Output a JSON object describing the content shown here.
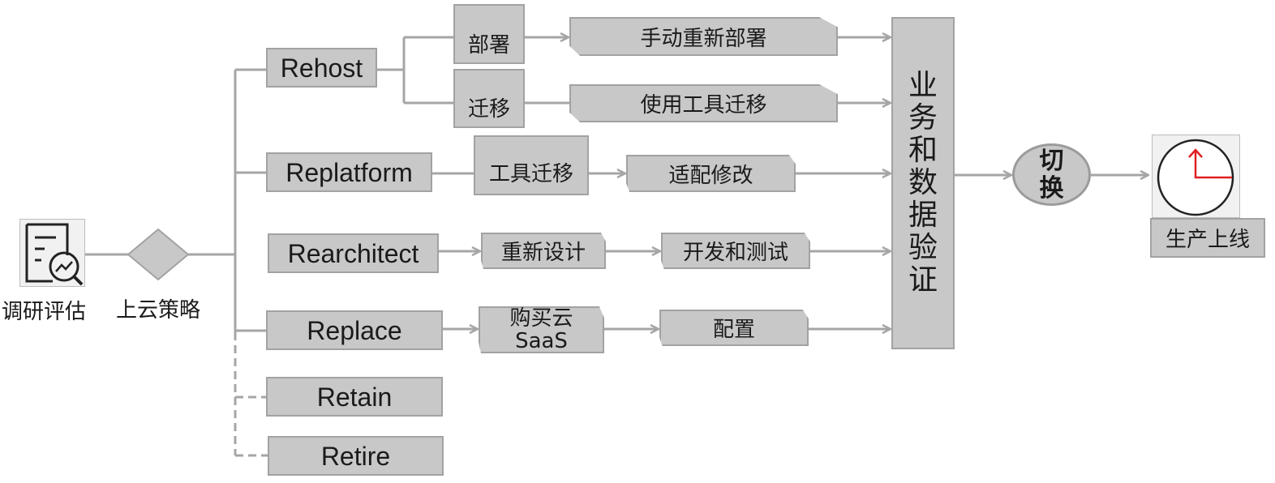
{
  "start": {
    "label": "调研评估",
    "icon": "report-analysis-icon"
  },
  "decision": {
    "label": "上云策略"
  },
  "strategies": {
    "rehost": "Rehost",
    "replatform": "Replatform",
    "rearchitect": "Rearchitect",
    "replace": "Replace",
    "retain": "Retain",
    "retire": "Retire"
  },
  "rehost_paths": {
    "deploy": "部署",
    "migrate": "迁移",
    "manual_redeploy": "手动重新部署",
    "tool_migrate": "使用工具迁移"
  },
  "replatform_path": {
    "tool_migrate": "工具迁移",
    "adapt": "适配修改"
  },
  "rearchitect_path": {
    "redesign": "重新设计",
    "dev_test": "开发和测试"
  },
  "replace_path": {
    "buy_line1": "购买云",
    "buy_line2": "SaaS",
    "configure": "配置"
  },
  "validation": {
    "chars": [
      "业",
      "务",
      "和",
      "数",
      "据",
      "验",
      "证"
    ]
  },
  "switch": {
    "line1": "切",
    "line2": "换"
  },
  "production": {
    "label": "生产上线",
    "icon": "clock-icon"
  },
  "colors": {
    "box_fill": "#c8c8c8",
    "line": "#a6a6a6",
    "clock_hand": "#e02020"
  }
}
